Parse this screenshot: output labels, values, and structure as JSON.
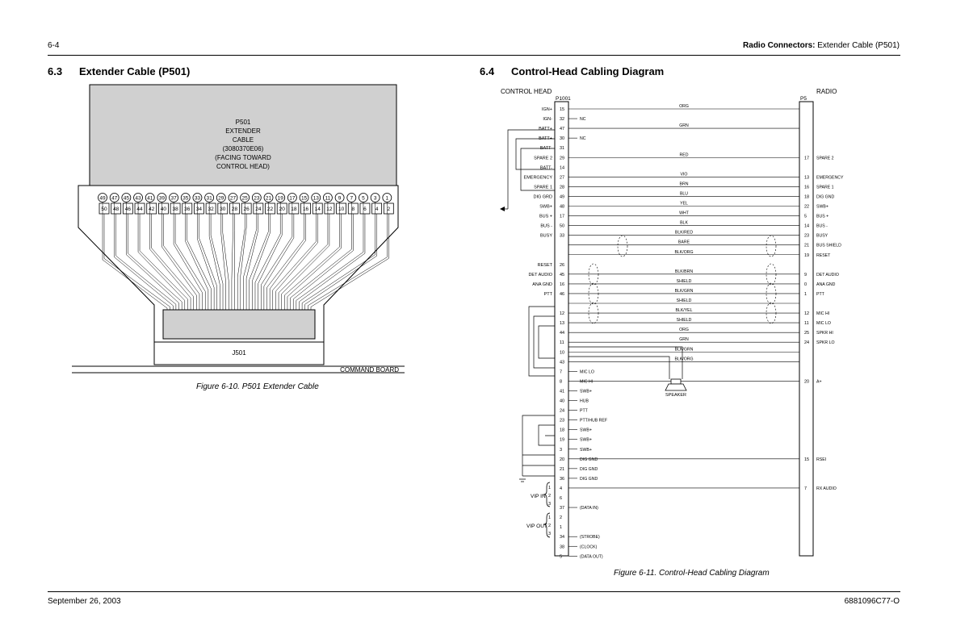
{
  "header": {
    "page_number": "6-4",
    "running_title_bold": "Radio Connectors:",
    "running_title_rest": " Extender Cable (P501)"
  },
  "footer": {
    "date": "September 26, 2003",
    "doc_number": "6881096C77-O"
  },
  "left_section": {
    "number": "6.3",
    "title": "Extender Cable (P501)",
    "box_label": [
      "P501",
      "EXTENDER",
      "CABLE",
      "(3080370E06)",
      "(FACING TOWARD",
      "CONTROL HEAD)"
    ],
    "odd_pins": [
      "49",
      "47",
      "45",
      "43",
      "41",
      "39",
      "37",
      "35",
      "33",
      "31",
      "29",
      "27",
      "25",
      "23",
      "21",
      "19",
      "17",
      "15",
      "13",
      "11",
      "9",
      "7",
      "5",
      "3",
      "1"
    ],
    "even_pins": [
      "50",
      "48",
      "46",
      "44",
      "42",
      "40",
      "38",
      "36",
      "34",
      "32",
      "30",
      "28",
      "26",
      "24",
      "22",
      "20",
      "18",
      "16",
      "14",
      "12",
      "10",
      "8",
      "6",
      "4",
      "2"
    ],
    "connector_label": "J501",
    "board_label": "COMMAND BOARD",
    "caption": "Figure 6-10.  P501 Extender Cable"
  },
  "right_section": {
    "number": "6.4",
    "title": "Control-Head Cabling Diagram",
    "left_header": "CONTROL HEAD",
    "right_header": "RADIO",
    "left_conn": "P1001",
    "right_conn": "P5",
    "rows": [
      {
        "sig": "IGN+",
        "pin": "15",
        "wire": "ORG",
        "note": "",
        "rpin": "",
        "rsig": ""
      },
      {
        "sig": "IGN-",
        "pin": "32",
        "wire": "",
        "note": "NC",
        "rpin": "",
        "rsig": ""
      },
      {
        "sig": "BATT+",
        "pin": "47",
        "wire": "GRN",
        "note": "",
        "rpin": "",
        "rsig": ""
      },
      {
        "sig": "BATT+",
        "pin": "30",
        "wire": "",
        "note": "NC",
        "rpin": "",
        "rsig": ""
      },
      {
        "sig": "BATT-",
        "pin": "31",
        "wire": "",
        "note": "",
        "rpin": "",
        "rsig": ""
      },
      {
        "sig": "SPARE 2",
        "pin": "29",
        "wire": "RED",
        "note": "",
        "rpin": "17",
        "rsig": "SPARE 2"
      },
      {
        "sig": "BATT-",
        "pin": "14",
        "wire": "",
        "note": "",
        "rpin": "",
        "rsig": ""
      },
      {
        "sig": "EMERGENCY",
        "pin": "27",
        "wire": "VIO",
        "note": "",
        "rpin": "13",
        "rsig": "EMERGENCY"
      },
      {
        "sig": "SPARE 1",
        "pin": "28",
        "wire": "BRN",
        "note": "",
        "rpin": "16",
        "rsig": "SPARE 1"
      },
      {
        "sig": "DIG GRD",
        "pin": "49",
        "wire": "BLU",
        "note": "",
        "rpin": "18",
        "rsig": "DIG GND"
      },
      {
        "sig": "SWB+",
        "pin": "48",
        "wire": "YEL",
        "note": "",
        "rpin": "22",
        "rsig": "SWB+"
      },
      {
        "sig": "BUS +",
        "pin": "17",
        "wire": "WHT",
        "note": "",
        "rpin": "5",
        "rsig": "BUS +"
      },
      {
        "sig": "BUS -",
        "pin": "50",
        "wire": "BLK",
        "note": "",
        "rpin": "14",
        "rsig": "BUS -"
      },
      {
        "sig": "BUSY",
        "pin": "33",
        "wire": "BLK/RED",
        "note": "",
        "rpin": "23",
        "rsig": "BUSY"
      },
      {
        "sig": "",
        "pin": "",
        "wire": "BARE",
        "note": "",
        "rpin": "21",
        "rsig": "BUS SHIELD"
      },
      {
        "sig": "",
        "pin": "",
        "wire": "BLK/ORG",
        "note": "",
        "rpin": "19",
        "rsig": "RESET"
      },
      {
        "sig": "RESET",
        "pin": "26",
        "wire": "",
        "note": "",
        "rpin": "",
        "rsig": ""
      },
      {
        "sig": "DET AUDIO",
        "pin": "45",
        "wire": "BLK/BRN",
        "note": "",
        "rpin": "9",
        "rsig": "DET AUDIO"
      },
      {
        "sig": "ANA GND",
        "pin": "16",
        "wire": "SHIELD",
        "note": "",
        "rpin": "0",
        "rsig": "ANA GND"
      },
      {
        "sig": "PTT",
        "pin": "46",
        "wire": "BLK/GRN",
        "note": "",
        "rpin": "1",
        "rsig": "PTT"
      },
      {
        "sig": "",
        "pin": "",
        "wire": "SHIELD",
        "note": "",
        "rpin": "",
        "rsig": ""
      },
      {
        "sig": "",
        "pin": "12",
        "wire": "BLK/YEL",
        "note": "",
        "rpin": "12",
        "rsig": "MIC HI"
      },
      {
        "sig": "",
        "pin": "13",
        "wire": "SHIELD",
        "note": "",
        "rpin": "11",
        "rsig": "MIC LO"
      },
      {
        "sig": "",
        "pin": "44",
        "wire": "ORG",
        "note": "",
        "rpin": "25",
        "rsig": "SPKR HI"
      },
      {
        "sig": "",
        "pin": "11",
        "wire": "GRN",
        "note": "",
        "rpin": "24",
        "rsig": "SPKR LO"
      },
      {
        "sig": "",
        "pin": "10",
        "wire": "BLK/GRN",
        "note": "",
        "rpin": "",
        "rsig": ""
      },
      {
        "sig": "",
        "pin": "43",
        "wire": "BLK/ORG",
        "note": "",
        "rpin": "",
        "rsig": ""
      },
      {
        "sig": "",
        "pin": "7",
        "wire": "",
        "note": "MIC LO",
        "rpin": "",
        "rsig": ""
      },
      {
        "sig": "",
        "pin": "8",
        "wire": "",
        "note": "MIC HI",
        "rpin": "20",
        "rsig": "A+"
      },
      {
        "sig": "",
        "pin": "41",
        "wire": "",
        "note": "SWB+",
        "rpin": "",
        "rsig": ""
      },
      {
        "sig": "",
        "pin": "40",
        "wire": "",
        "note": "HUB",
        "rpin": "",
        "rsig": ""
      },
      {
        "sig": "",
        "pin": "24",
        "wire": "",
        "note": "PTT",
        "rpin": "",
        "rsig": ""
      },
      {
        "sig": "",
        "pin": "23",
        "wire": "",
        "note": "PTT/HUB REF",
        "rpin": "",
        "rsig": ""
      },
      {
        "sig": "",
        "pin": "18",
        "wire": "",
        "note": "SWB+",
        "rpin": "",
        "rsig": ""
      },
      {
        "sig": "",
        "pin": "19",
        "wire": "",
        "note": "SWB+",
        "rpin": "",
        "rsig": ""
      },
      {
        "sig": "",
        "pin": "3",
        "wire": "",
        "note": "SWB+",
        "rpin": "",
        "rsig": ""
      },
      {
        "sig": "",
        "pin": "20",
        "wire": "",
        "note": "DIG GND",
        "rpin": "15",
        "rsig": "RSEI"
      },
      {
        "sig": "",
        "pin": "21",
        "wire": "",
        "note": "DIG GND",
        "rpin": "",
        "rsig": ""
      },
      {
        "sig": "",
        "pin": "36",
        "wire": "",
        "note": "DIG GND",
        "rpin": "",
        "rsig": ""
      },
      {
        "sig": "",
        "pin": "4",
        "wire": "",
        "note": "",
        "rpin": "7",
        "rsig": "RX AUDIO"
      },
      {
        "sig": "",
        "pin": "6",
        "wire": "",
        "note": "",
        "rpin": "",
        "rsig": ""
      },
      {
        "sig": "",
        "pin": "37",
        "wire": "",
        "note": "(DATA IN)",
        "rpin": "",
        "rsig": ""
      },
      {
        "sig": "",
        "pin": "2",
        "wire": "",
        "note": "",
        "rpin": "",
        "rsig": ""
      },
      {
        "sig": "",
        "pin": "1",
        "wire": "",
        "note": "",
        "rpin": "",
        "rsig": ""
      },
      {
        "sig": "",
        "pin": "34",
        "wire": "",
        "note": "(STROBE)",
        "rpin": "",
        "rsig": ""
      },
      {
        "sig": "",
        "pin": "38",
        "wire": "",
        "note": "(CLOCK)",
        "rpin": "",
        "rsig": ""
      },
      {
        "sig": "",
        "pin": "5",
        "wire": "",
        "note": "(DATA OUT)",
        "rpin": "",
        "rsig": ""
      }
    ],
    "vip_in_label": "VIP IN",
    "vip_out_label": "VIP OUT",
    "vip_nums": [
      "1",
      "2",
      "3"
    ],
    "speaker_label": "SPEAKER",
    "caption": "Figure 6-11.  Control-Head Cabling Diagram"
  }
}
